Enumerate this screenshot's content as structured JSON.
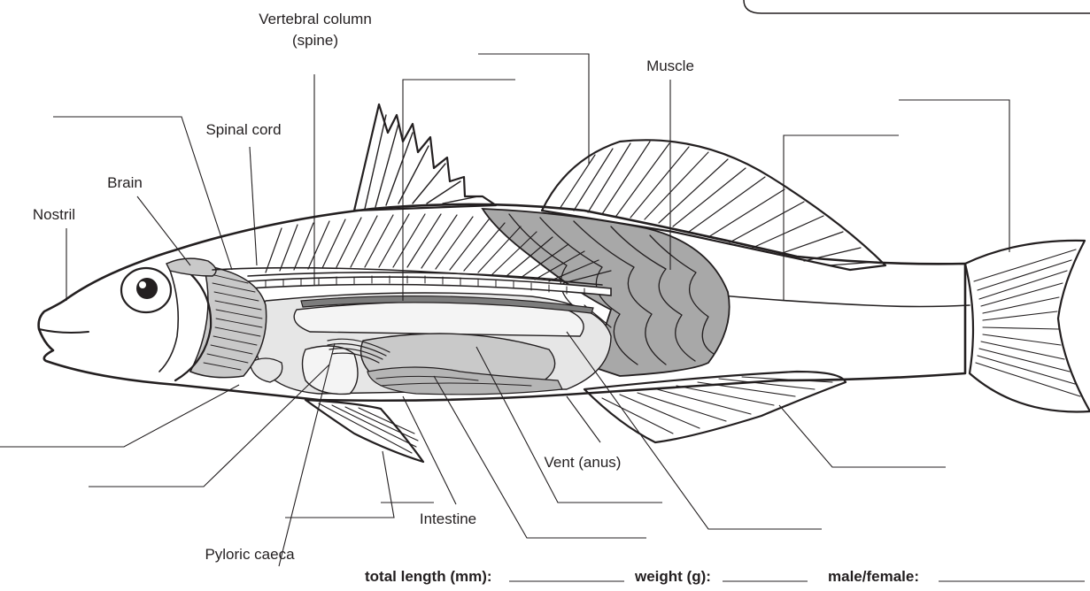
{
  "labels": {
    "vertebral_column_line1": "Vertebral column",
    "vertebral_column_line2": "(spine)",
    "muscle": "Muscle",
    "spinal_cord": "Spinal cord",
    "brain": "Brain",
    "nostril": "Nostril",
    "vent": "Vent (anus)",
    "intestine": "Intestine",
    "pyloric_caeca": "Pyloric caeca"
  },
  "footer": {
    "length_label": "total length (mm):",
    "weight_label": "weight (g):",
    "sex_label": "male/female:"
  },
  "colors": {
    "ink": "#231f20",
    "organ_gray": "#c9c9c9",
    "muscle_gray": "#a8a8a8",
    "light_gray": "#e6e6e6",
    "dark_gray": "#7d7d7d"
  }
}
